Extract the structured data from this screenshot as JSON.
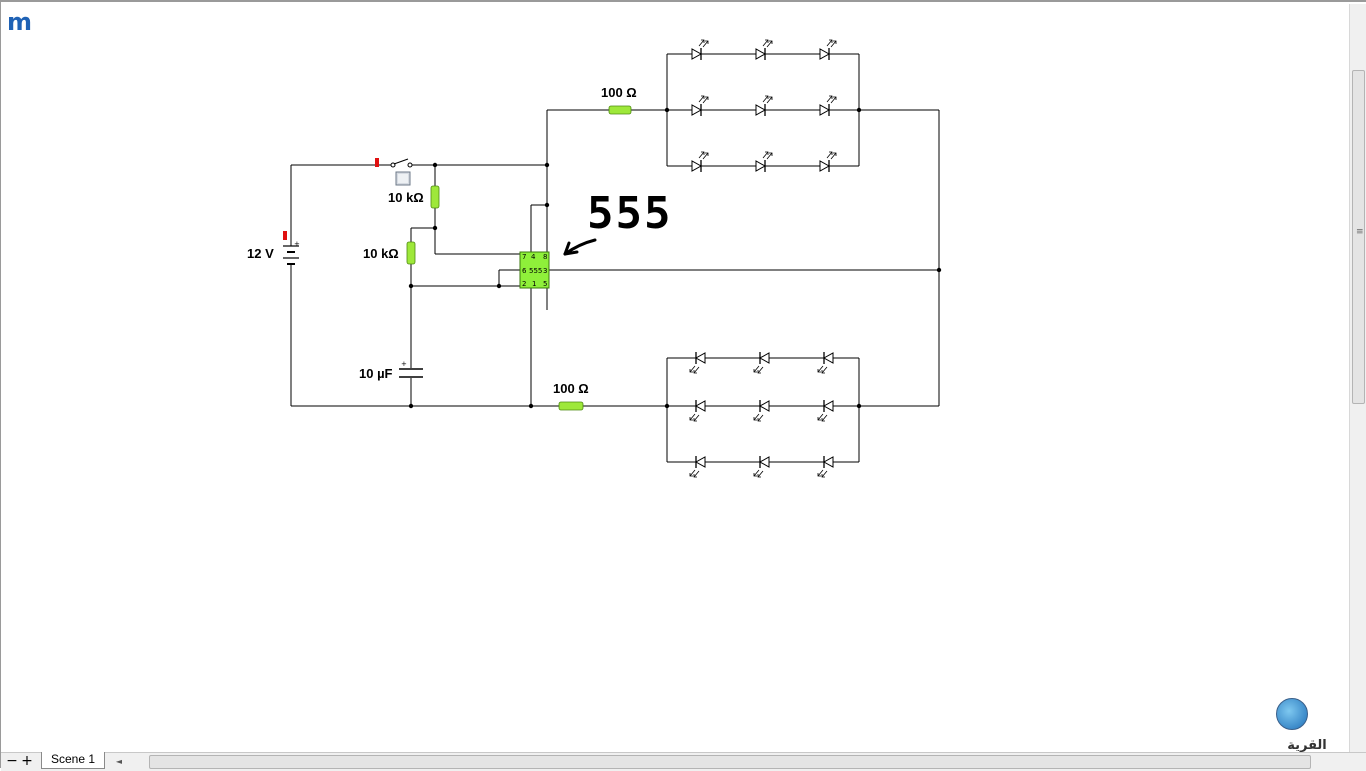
{
  "app": {
    "logo_text": "m"
  },
  "circuit": {
    "battery_label": "12 V",
    "switch_resistor_label": "10 kΩ",
    "timing_resistor_label": "10 kΩ",
    "capacitor_label": "10 µF",
    "top_resistor_label": "100 Ω",
    "bottom_resistor_label": "100 Ω",
    "chip_label": "555",
    "chip_pins": {
      "p7": "7",
      "p4": "4",
      "p8": "8",
      "p6": "6",
      "p3": "3",
      "p2": "2",
      "p1": "1",
      "p5": "5"
    },
    "annotation_text": "555",
    "polarity_plus": "+"
  },
  "colors": {
    "wire": "#000000",
    "resistor": "#9ee83a",
    "chip": "#8ff03a",
    "red_marker": "#e01010"
  },
  "bottom_bar": {
    "remove_scene_label": "−",
    "add_scene_label": "+",
    "scene_tab_label": "Scene 1",
    "scroll_left_label": "◄"
  },
  "brand": {
    "text": "القرية الالكترونية"
  }
}
